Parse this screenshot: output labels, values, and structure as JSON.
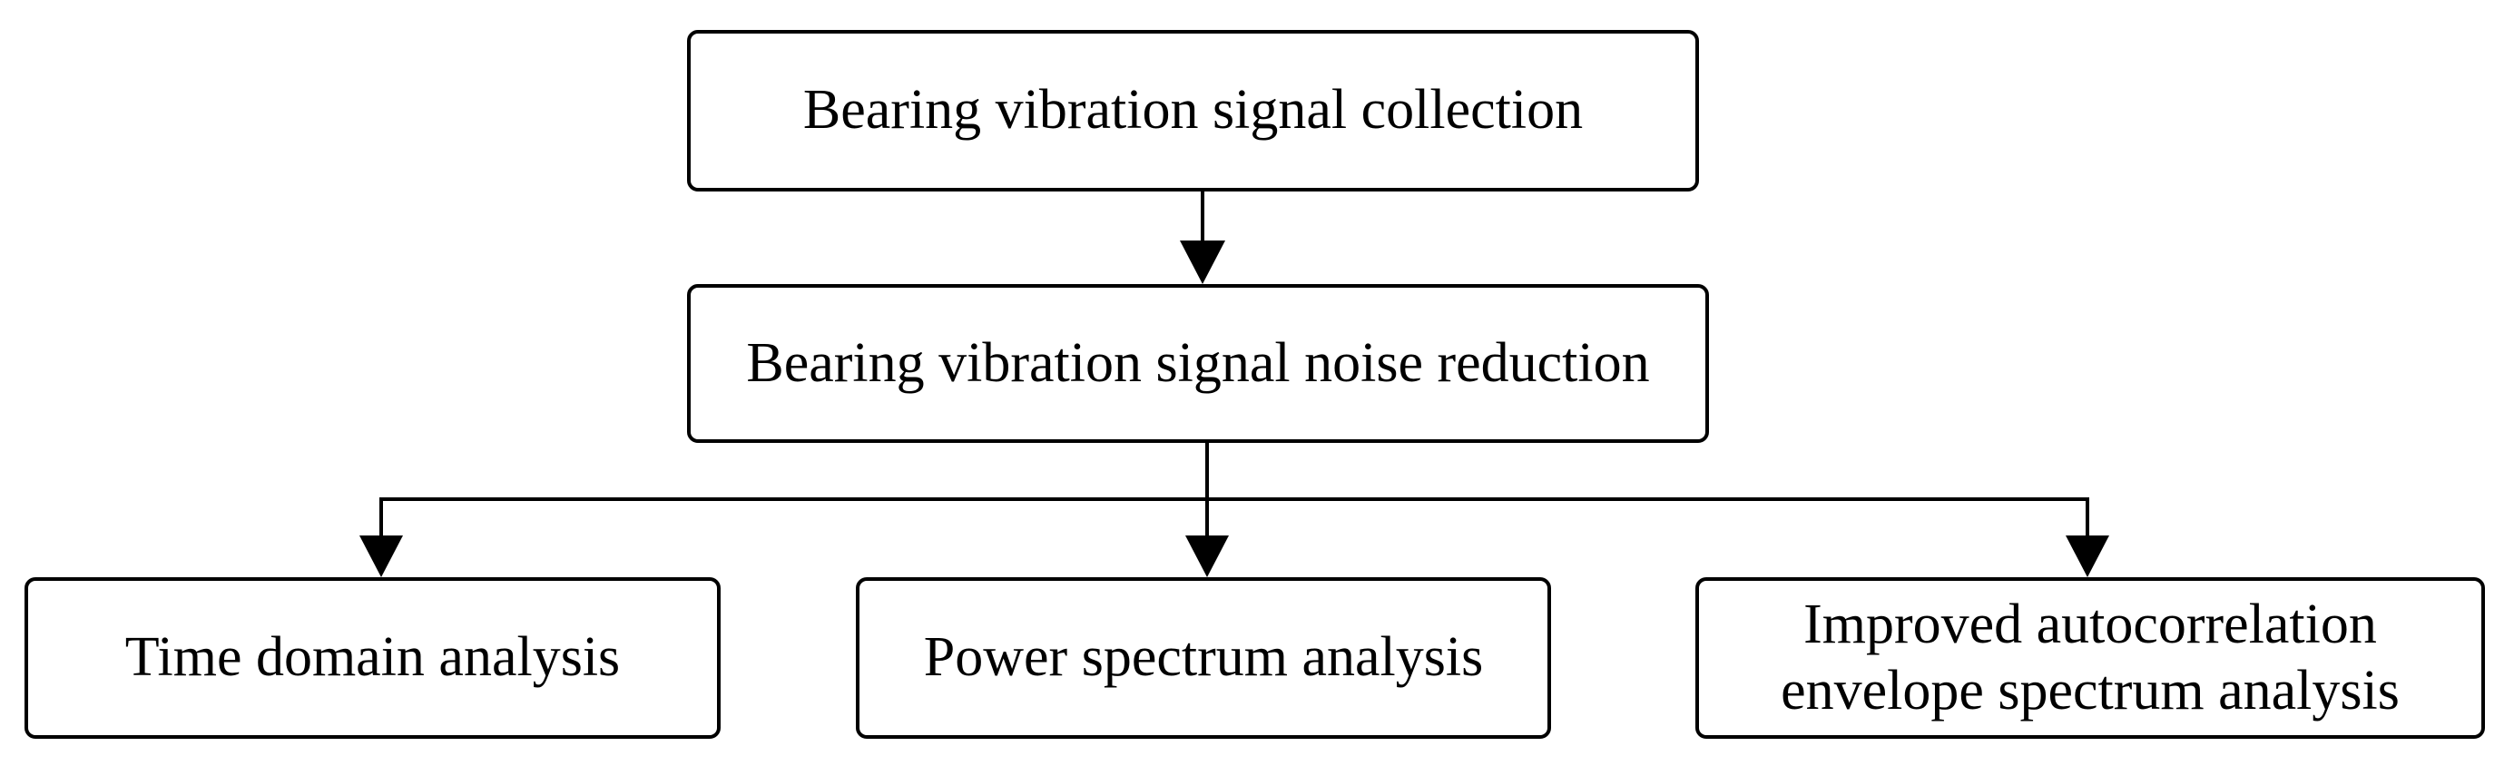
{
  "diagram": {
    "nodes": [
      {
        "id": "collection",
        "label": "Bearing vibration signal collection"
      },
      {
        "id": "noise",
        "label": "Bearing vibration signal noise reduction"
      },
      {
        "id": "time",
        "label": "Time domain analysis"
      },
      {
        "id": "power",
        "label": "Power spectrum analysis"
      },
      {
        "id": "autocorr",
        "label": "Improved autocorrelation\nenvelope spectrum analysis",
        "lines": [
          "Improved autocorrelation",
          "envelope spectrum analysis"
        ]
      }
    ],
    "edges": [
      {
        "from": "collection",
        "to": "noise"
      },
      {
        "from": "noise",
        "to": "time"
      },
      {
        "from": "noise",
        "to": "power"
      },
      {
        "from": "noise",
        "to": "autocorr"
      }
    ]
  }
}
